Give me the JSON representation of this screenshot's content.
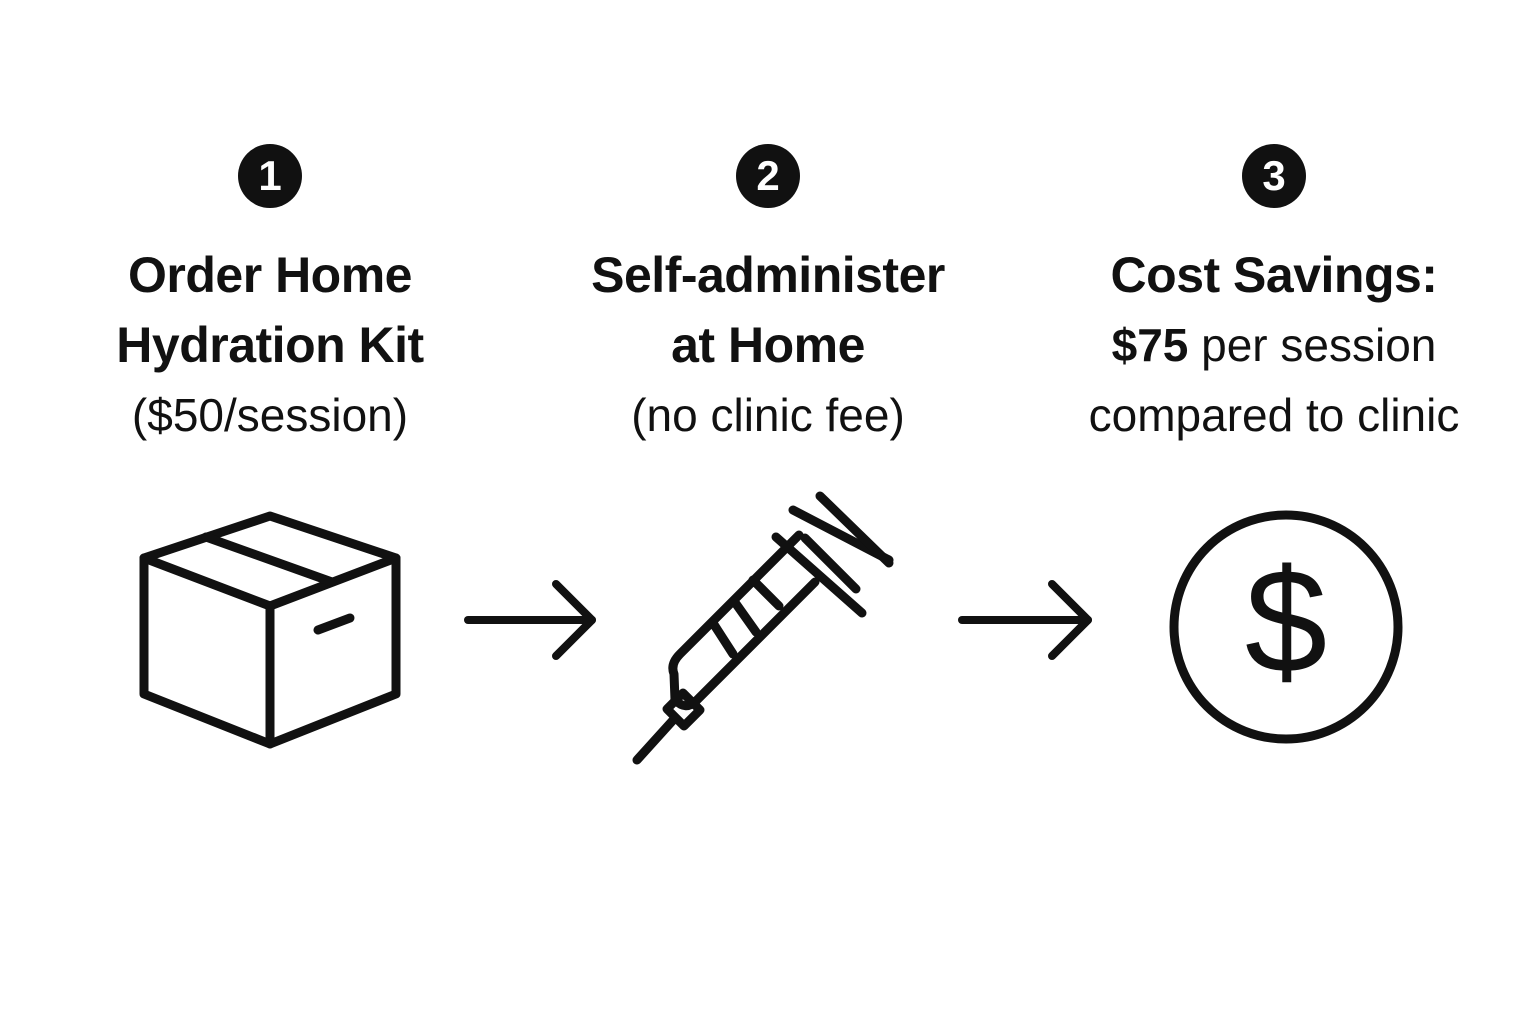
{
  "steps": [
    {
      "number": "1",
      "title_line1": "Order Home",
      "title_line2": "Hydration Kit",
      "detail": "($50/session)",
      "icon": "box-icon"
    },
    {
      "number": "2",
      "title_line1": "Self-administer",
      "title_line2": "at Home",
      "detail": "(no clinic fee)",
      "icon": "syringe-icon"
    },
    {
      "number": "3",
      "title_line1": "Cost Savings:",
      "detail_amount": "$75",
      "detail_rest": " per session",
      "detail_line2": "compared to clinic",
      "icon": "dollar-circle-icon"
    }
  ],
  "connectors": [
    "arrow-right-icon",
    "arrow-right-icon"
  ],
  "colors": {
    "foreground": "#111111",
    "background": "#ffffff"
  }
}
